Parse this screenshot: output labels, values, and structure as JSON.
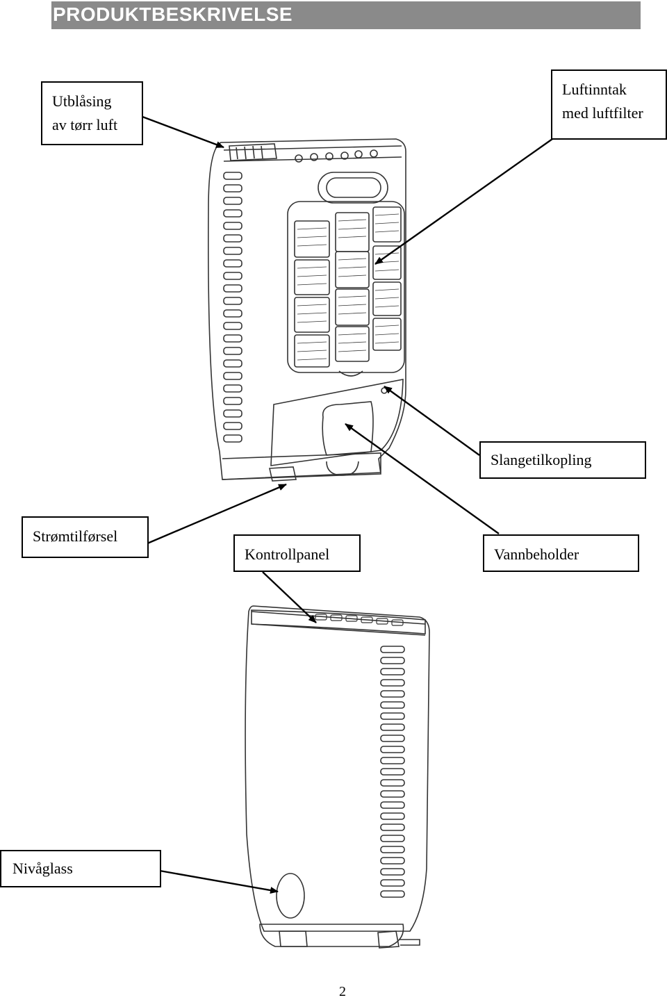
{
  "header": {
    "title": "PRODUKTBESKRIVELSE"
  },
  "labels": {
    "exhaust": {
      "line1": "Utblåsing",
      "line2": "av tørr luft"
    },
    "intake": {
      "line1": "Luftinntak",
      "line2": "med luftfilter"
    },
    "hose": "Slangetilkopling",
    "power": "Strømtilførsel",
    "control": "Kontrollpanel",
    "tank": "Vannbeholder",
    "level": "Nivåglass"
  },
  "page": {
    "number": "2"
  }
}
